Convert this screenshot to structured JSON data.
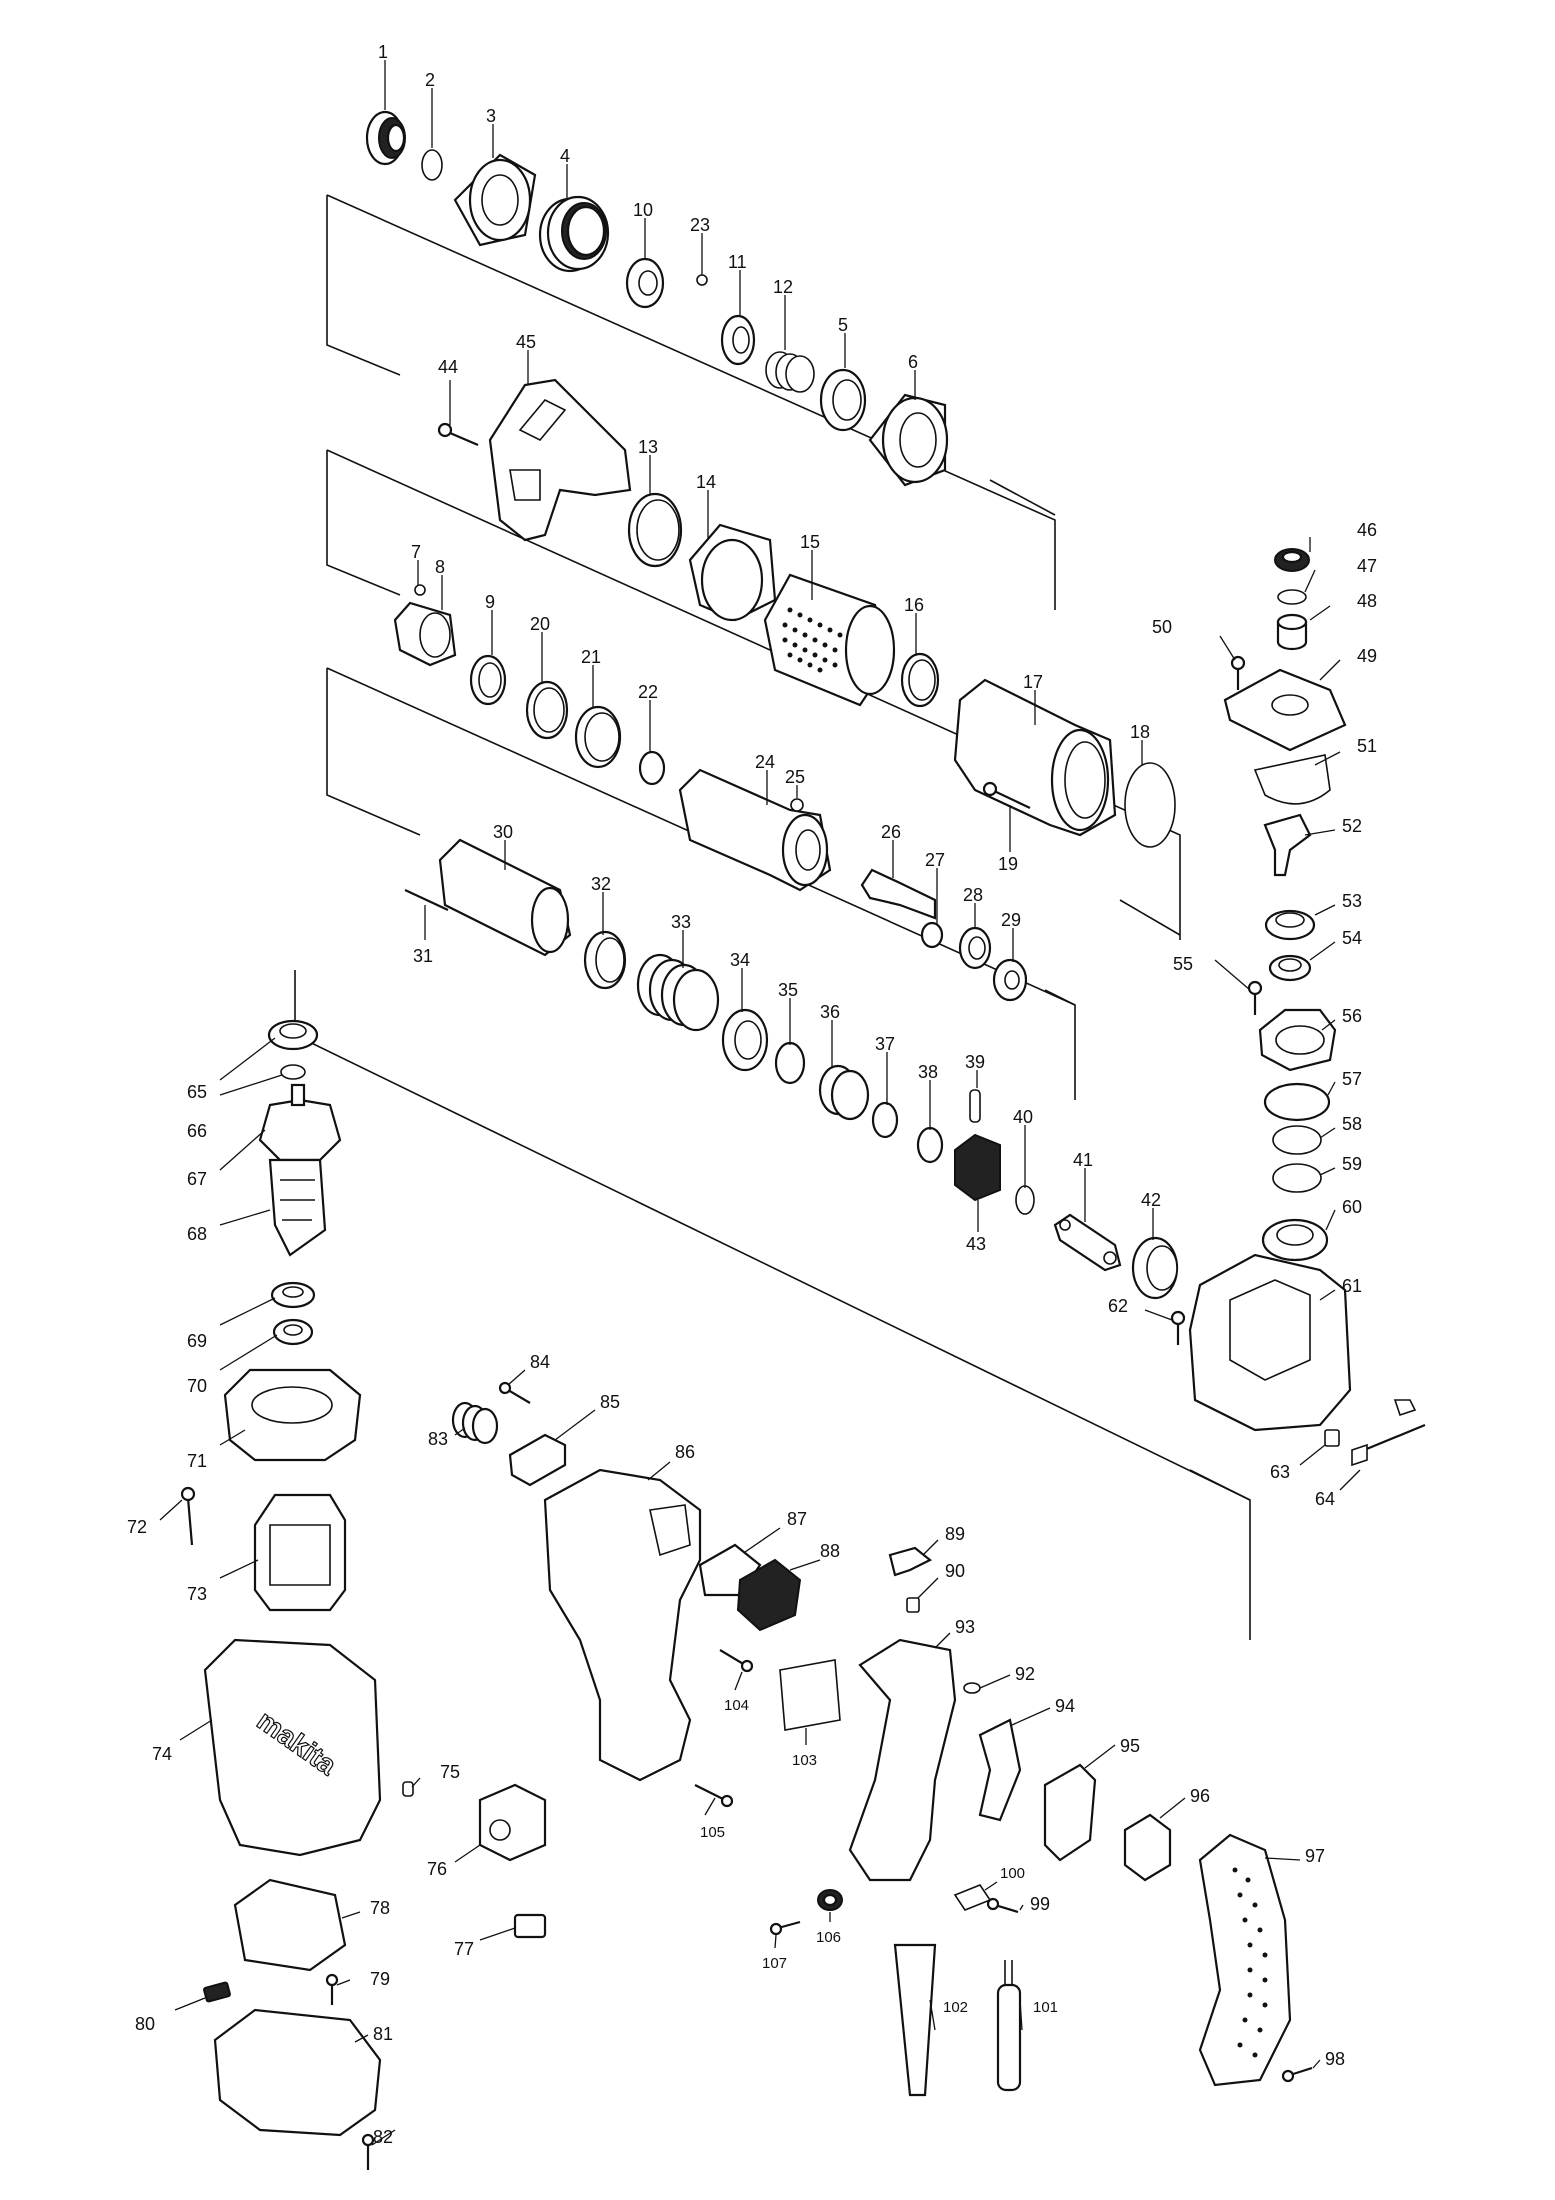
{
  "diagram": {
    "labels": [
      "1",
      "2",
      "3",
      "4",
      "5",
      "6",
      "7",
      "8",
      "9",
      "10",
      "11",
      "12",
      "13",
      "14",
      "15",
      "16",
      "17",
      "18",
      "19",
      "20",
      "21",
      "22",
      "23",
      "24",
      "25",
      "26",
      "27",
      "28",
      "29",
      "30",
      "31",
      "32",
      "33",
      "34",
      "35",
      "36",
      "37",
      "38",
      "39",
      "40",
      "41",
      "42",
      "43",
      "44",
      "45",
      "46",
      "47",
      "48",
      "49",
      "50",
      "51",
      "52",
      "53",
      "54",
      "55",
      "56",
      "57",
      "58",
      "59",
      "60",
      "61",
      "62",
      "63",
      "64",
      "65",
      "66",
      "67",
      "68",
      "69",
      "70",
      "71",
      "72",
      "73",
      "74",
      "75",
      "76",
      "77",
      "78",
      "79",
      "80",
      "81",
      "82",
      "83",
      "84",
      "85",
      "86",
      "87",
      "88",
      "89",
      "90",
      "92",
      "93",
      "94",
      "95",
      "96",
      "97",
      "98",
      "99",
      "100",
      "101",
      "102",
      "103",
      "104",
      "105",
      "106",
      "107"
    ],
    "housing_logo_text": "makita"
  }
}
